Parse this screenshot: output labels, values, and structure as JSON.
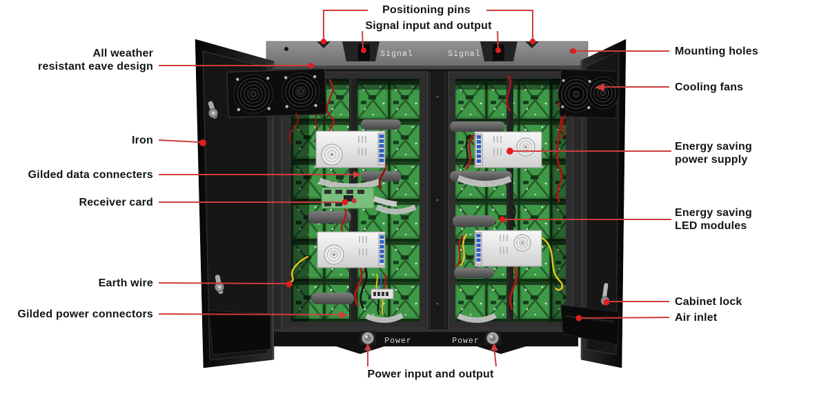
{
  "diagram": {
    "type": "annotated-product-diagram",
    "subject": "LED display cabinet rear view with open doors"
  },
  "cabinet": {
    "signal_port_label": "Signal",
    "power_port_label": "Power"
  },
  "annotations": {
    "positioning_pins": "Positioning pins",
    "signal_io": "Signal input and output",
    "all_weather": "All weather\nresistant eave design",
    "iron": "Iron",
    "gilded_data": "Gilded data connecters",
    "receiver_card": "Receiver card",
    "earth_wire": "Earth wire",
    "gilded_power": "Gilded power connectors",
    "mounting_holes": "Mounting holes",
    "cooling_fans": "Cooling fans",
    "energy_psu": "Energy saving\npower supply",
    "energy_led": "Energy saving\nLED modules",
    "cabinet_lock": "Cabinet lock",
    "air_inlet": "Air inlet",
    "power_io": "Power input and output"
  },
  "colors": {
    "background": "#ffffff",
    "label_text": "#141414",
    "annotation_line": "#cf3d3d",
    "annotation_dot": "#e51c1c",
    "top_bar_gray": "#7f7f7f",
    "door_black": "#141414",
    "pcb_green": "#3f9a48",
    "psu_white": "#f0f0f0",
    "wire_red": "#b51616",
    "wire_yellow": "#e2c41d"
  }
}
